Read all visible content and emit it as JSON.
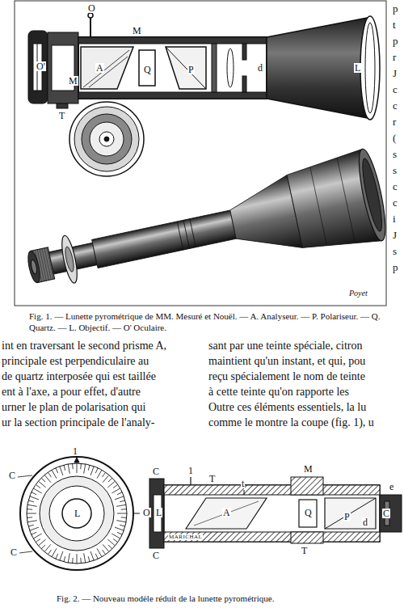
{
  "diagram": {
    "labels": [
      "O",
      "M",
      "O'",
      "M",
      "A",
      "Q",
      "P",
      "d",
      "L",
      "T",
      "Poyet",
      "Fig. 1. — Lunette pyrométrique de MM. Mesuré et Nouël. — A. Analyseur. — P. Polariseur. — Q. Quartz. — L. Objectif. — O' Oculaire.",
      "int en traversant le second prisme A,",
      "principale est perpendiculaire au",
      "de quartz interposée qui est taillée",
      "ent à l'axe, a pour effet, d'autre",
      "urner le plan de polarisation qui",
      "ur la section principale de l'analy-",
      "sant par une teinte spéciale, citron",
      "maintient qu'un instant, et qui, pou",
      "reçu spécialement le nom de teinte",
      "à cette teinte qu'on rapporte les",
      "Outre ces éléments essentiels, la lu",
      "comme le montre la coupe (fig. 1), u",
      "p",
      "t",
      "p",
      "r",
      "J",
      "c",
      "c",
      "r",
      "(",
      "s",
      "s",
      "c",
      "c",
      "i",
      "J",
      "s",
      "p",
      "1",
      "C",
      "O",
      "C",
      "L",
      "1",
      "C",
      "T",
      "t",
      "M",
      "e",
      "L",
      "A",
      "Q",
      "P",
      "C",
      "d",
      "MARICHAL",
      "T",
      "C",
      "Fig. 2. — Nouveau modèle réduit de la lunette pyrométrique."
    ]
  }
}
